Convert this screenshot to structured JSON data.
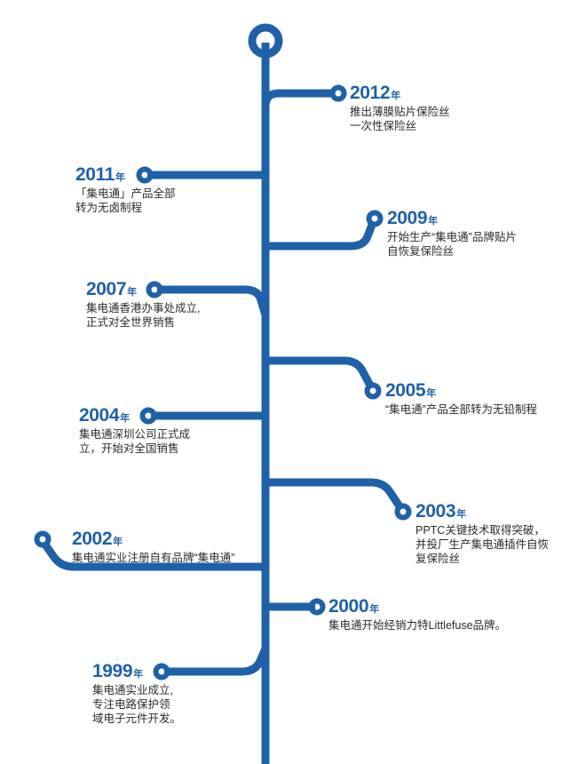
{
  "theme": {
    "line_color": "#1f61a8",
    "year_color": "#1f61a8",
    "text_color": "#2b2b2b",
    "background": "#ffffff"
  },
  "timeline": {
    "title": "",
    "year_suffix": "年",
    "entries": [
      {
        "year": "2012",
        "suffix": "年",
        "side": "right",
        "lines": [
          "推出薄膜贴片保险丝",
          "一次性保险丝"
        ]
      },
      {
        "year": "2011",
        "suffix": "年",
        "side": "left",
        "lines": [
          "「集电通」产品全部",
          "转为无卤制程"
        ]
      },
      {
        "year": "2009",
        "suffix": "年",
        "side": "right",
        "lines": [
          "开始生产“集电通”品牌贴片",
          "自恢复保险丝"
        ]
      },
      {
        "year": "2007",
        "suffix": "年",
        "side": "left",
        "lines": [
          "集电通香港办事处成立,",
          "正式对全世界销售"
        ]
      },
      {
        "year": "2005",
        "suffix": "年",
        "side": "right",
        "lines": [
          "“集电通”产品全部转为无铅制程"
        ]
      },
      {
        "year": "2004",
        "suffix": "年",
        "side": "left",
        "lines": [
          "集电通深圳公司正式成",
          "立，开始对全国销售"
        ]
      },
      {
        "year": "2003",
        "suffix": "年",
        "side": "right",
        "lines": [
          "PPTC关键技术取得突破，",
          "并投厂生产集电通插件自恢",
          "复保险丝"
        ]
      },
      {
        "year": "2002",
        "suffix": "年",
        "side": "left",
        "lines": [
          "集电通实业注册自有品牌“集电通”"
        ]
      },
      {
        "year": "2000",
        "suffix": "年",
        "side": "right",
        "lines": [
          "集电通开始经销力特Littlefuse品牌。"
        ]
      },
      {
        "year": "1999",
        "suffix": "年",
        "side": "left",
        "lines": [
          "集电通实业成立,",
          "专注电路保护领",
          "域电子元件开发。"
        ]
      }
    ]
  }
}
